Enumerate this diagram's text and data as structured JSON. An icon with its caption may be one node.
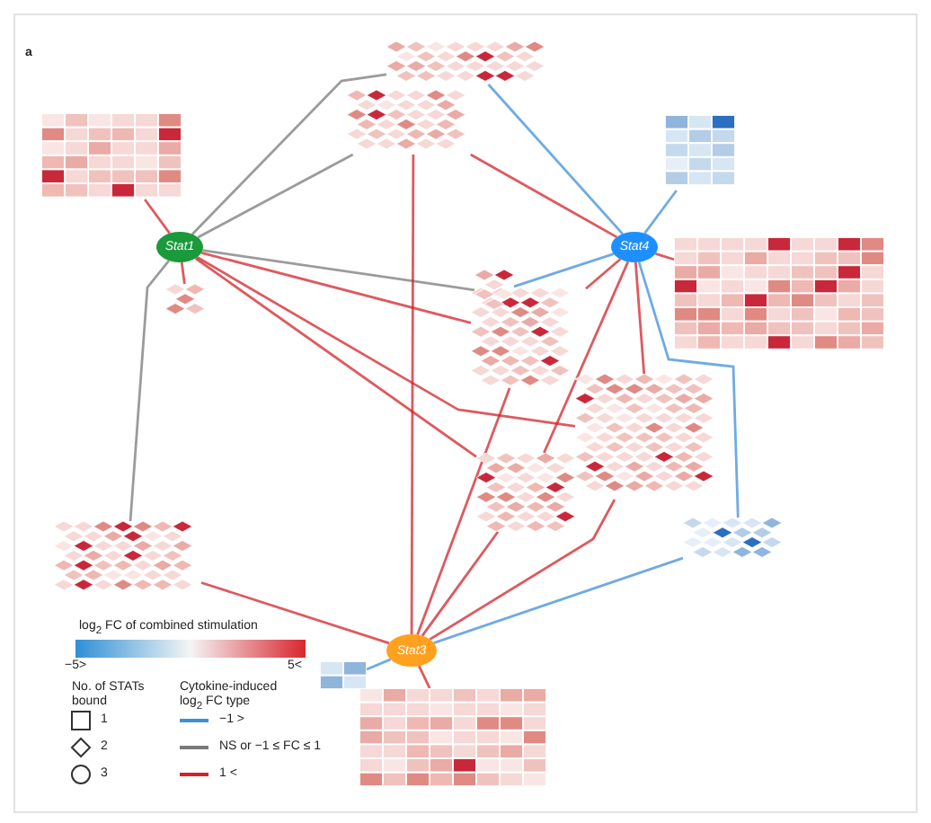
{
  "diagram": {
    "nodes": [
      {
        "text": [
          "Stat1"
        ]
      },
      {
        "text": [
          "Stat4"
        ]
      },
      {
        "text": [
          "Stat3"
        ]
      },
      {
        "text": [],
        "shape": "box"
      },
      {
        "text": [],
        "shape": "diamond"
      },
      {
        "text": [],
        "shape": "box"
      },
      {
        "text": [],
        "shape": "box"
      },
      {
        "text": [],
        "shape": "diamond"
      },
      {
        "text": [],
        "shape": "diamond"
      },
      {
        "text": [],
        "shape": "diamond"
      },
      {
        "text": [],
        "shape": "diamond"
      },
      {
        "text": [],
        "shape": "diamond"
      },
      {
        "text": [],
        "shape": "diamond"
      },
      {
        "text": [],
        "shape": "diamond"
      },
      {
        "text": [],
        "shape": "box"
      },
      {
        "text": [],
        "shape": "box"
      },
      {
        "text": [],
        "shape": "diamond"
      }
    ],
    "edges": [
      {
        "from": 0,
        "to": 3,
        "arrow": "none"
      },
      {
        "from": 0,
        "to": 8,
        "arrow": "none"
      },
      {
        "from": 0,
        "to": 7,
        "arrow": "none",
        "color": "#7a7a7a"
      },
      {
        "from": 0,
        "to": 4,
        "arrow": "none",
        "color": "#7a7a7a"
      },
      {
        "from": 0,
        "to": 10,
        "arrow": "none"
      },
      {
        "from": 0,
        "to": 9,
        "arrow": "none"
      },
      {
        "from": 0,
        "to": 12,
        "arrow": "none",
        "color": "#7a7a7a"
      },
      {
        "from": 0,
        "to": 16,
        "arrow": "none",
        "color": "#7a7a7a"
      },
      {
        "from": 0,
        "to": 11,
        "arrow": "none"
      },
      {
        "from": 1,
        "to": 4,
        "arrow": "none",
        "color": "#3f8fd8"
      },
      {
        "from": 1,
        "to": 5,
        "arrow": "none",
        "color": "#3f8fd8"
      },
      {
        "from": 1,
        "to": 6,
        "arrow": "none"
      },
      {
        "from": 1,
        "to": 7,
        "arrow": "none"
      },
      {
        "from": 1,
        "to": 9,
        "arrow": "none"
      },
      {
        "from": 1,
        "to": 10,
        "arrow": "none"
      },
      {
        "from": 1,
        "to": 13,
        "arrow": "none",
        "color": "#3f8fd8"
      },
      {
        "from": 1,
        "to": 16,
        "arrow": "none",
        "color": "#3f8fd8"
      },
      {
        "from": 1,
        "to": 11,
        "arrow": "none"
      },
      {
        "from": 2,
        "to": 14,
        "arrow": "none"
      },
      {
        "from": 2,
        "to": 15,
        "arrow": "none",
        "color": "#3f8fd8"
      },
      {
        "from": 2,
        "to": 12,
        "arrow": "none"
      },
      {
        "from": 2,
        "to": 9,
        "arrow": "none"
      },
      {
        "from": 2,
        "to": 10,
        "arrow": "none"
      },
      {
        "from": 2,
        "to": 11,
        "arrow": "none"
      },
      {
        "from": 2,
        "to": 13,
        "arrow": "none",
        "color": "#3f8fd8"
      },
      {
        "from": 2,
        "to": 7,
        "arrow": "none"
      }
    ],
    "labels": [
      "a",
      "log$_{2}$ FC of combined stimulation",
      "−5>",
      "5<",
      "No. of STATs bound",
      "Cytokine-induced log$_{2}$ FC type"
    ],
    "legend": [
      {
        "text": "1"
      },
      {
        "text": "2"
      },
      {
        "text": "3"
      },
      {
        "text": "−1 >"
      },
      {
        "text": "NS or −1 ≤ FC ≤ 1"
      },
      {
        "text": "1 <"
      }
    ]
  }
}
